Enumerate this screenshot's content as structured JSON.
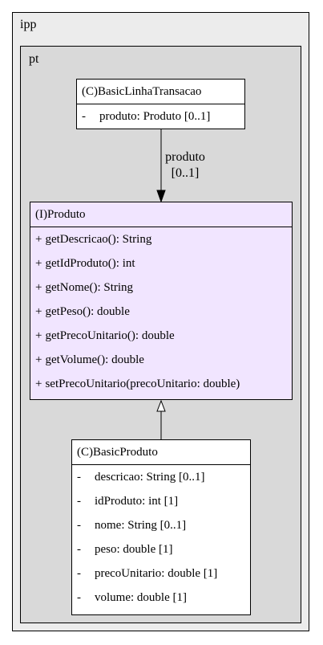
{
  "packages": {
    "outer": {
      "name": "ipp"
    },
    "inner": {
      "name": "pt"
    }
  },
  "classes": {
    "basic_linha_transacao": {
      "header": "(C)BasicLinhaTransacao",
      "attributes": [
        {
          "visibility": "-",
          "text": "produto: Produto [0..1]"
        }
      ]
    },
    "produto": {
      "header": "(I)Produto",
      "operations": [
        {
          "visibility": "+",
          "text": "getDescricao(): String"
        },
        {
          "visibility": "+",
          "text": "getIdProduto(): int"
        },
        {
          "visibility": "+",
          "text": "getNome(): String"
        },
        {
          "visibility": "+",
          "text": "getPeso(): double"
        },
        {
          "visibility": "+",
          "text": "getPrecoUnitario(): double"
        },
        {
          "visibility": "+",
          "text": "getVolume(): double"
        },
        {
          "visibility": "+",
          "text": "setPrecoUnitario(precoUnitario: double)"
        }
      ]
    },
    "basic_produto": {
      "header": "(C)BasicProduto",
      "attributes": [
        {
          "visibility": "-",
          "text": "descricao: String [0..1]"
        },
        {
          "visibility": "-",
          "text": "idProduto: int [1]"
        },
        {
          "visibility": "-",
          "text": "nome: String [0..1]"
        },
        {
          "visibility": "-",
          "text": "peso: double [1]"
        },
        {
          "visibility": "-",
          "text": "precoUnitario: double [1]"
        },
        {
          "visibility": "-",
          "text": "volume: double [1]"
        }
      ]
    }
  },
  "edges": {
    "association": {
      "role": "produto",
      "multiplicity": "[0..1]"
    }
  },
  "colors": {
    "interface_fill": "#f1e5ff",
    "outer_package_fill": "#ececec",
    "inner_package_fill": "#d9d9d9"
  }
}
